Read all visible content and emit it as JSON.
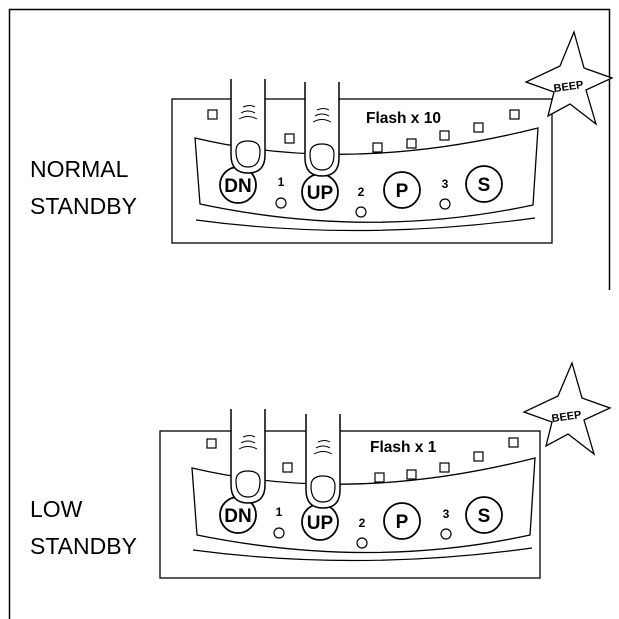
{
  "panels": [
    {
      "mode_line1": "NORMAL",
      "mode_line2": "STANDBY",
      "flash_text": "Flash x 10",
      "beep": "BEEP",
      "buttons": {
        "dn": "DN",
        "up": "UP",
        "p": "P",
        "s": "S"
      },
      "leds": {
        "one": "1",
        "two": "2",
        "three": "3"
      }
    },
    {
      "mode_line1": "LOW",
      "mode_line2": "STANDBY",
      "flash_text": "Flash x 1",
      "beep": "BEEP",
      "buttons": {
        "dn": "DN",
        "up": "UP",
        "p": "P",
        "s": "S"
      },
      "leds": {
        "one": "1",
        "two": "2",
        "three": "3"
      }
    }
  ]
}
